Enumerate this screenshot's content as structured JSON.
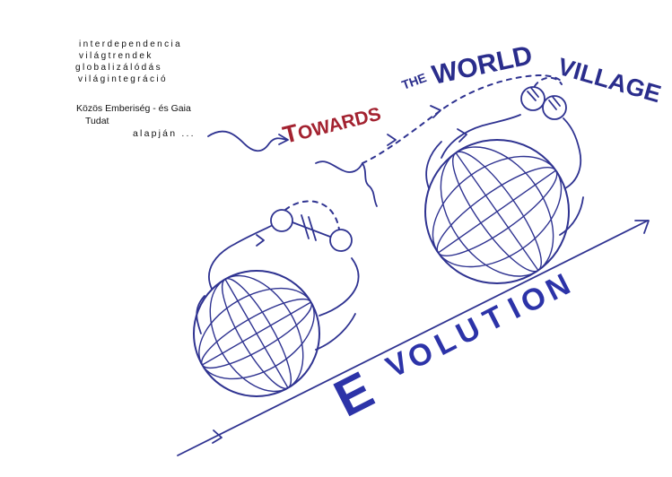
{
  "keywords": [
    "interdependencia",
    "világtrendek",
    "globalizálódás",
    "világintegráció"
  ],
  "note": {
    "line1": "Közös Emberiség - és Gaia",
    "line2": "Tudat",
    "line3": "alapján ..."
  },
  "headline": {
    "towards_initial": "T",
    "towards_rest": "OWARDS",
    "the": "THE",
    "world": "WORLD",
    "village": "VILLAGE"
  },
  "evolution": {
    "initial": "E",
    "letters": [
      "V",
      "O",
      "L",
      "U",
      "T",
      "I",
      "O",
      "N"
    ]
  },
  "colors": {
    "ink_blue": "#2f3391",
    "headline_blue": "#2a2d8c",
    "towards_red": "#a32230",
    "evolution_blue": "#2c33a8",
    "text_black": "#111111"
  }
}
